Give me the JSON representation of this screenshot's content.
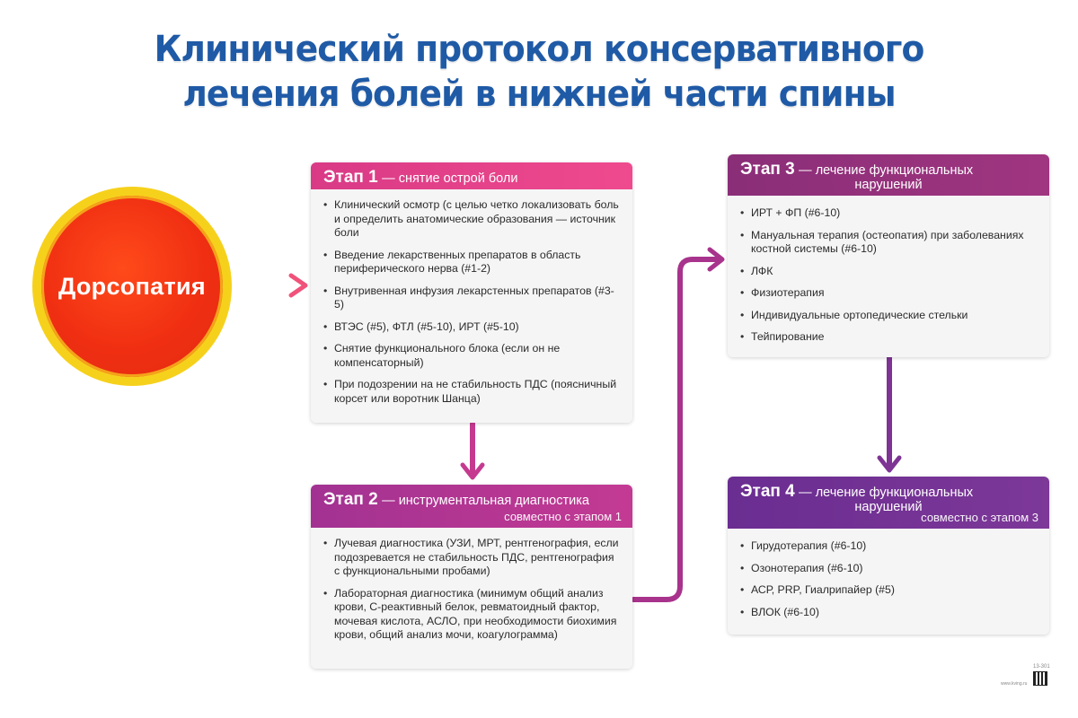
{
  "title": {
    "line1": "Клинический протокол консервативного",
    "line2": "лечения болей в нижней части спины"
  },
  "start_node": {
    "label": "Дорсопатия"
  },
  "stage1": {
    "name": "Этап 1",
    "desc": "— снятие острой боли",
    "items": [
      "Клинический осмотр (с целью четко локализовать боль и определить анатомические образования — источник боли",
      "Введение лекарственных препаратов в область периферического нерва (#1-2)",
      "Внутривенная инфузия лекарстенных препаратов (#3-5)",
      "ВТЭС (#5), ФТЛ (#5-10), ИРТ (#5-10)",
      "Снятие функционального блока (если он не компенсаторный)",
      "При подозрении на не стабильность ПДС (поясничный корсет или воротник Шанца)"
    ]
  },
  "stage2": {
    "name": "Этап 2",
    "desc": "— инструментальная диагностика",
    "sub": "совместно с этапом 1",
    "items": [
      "Лучевая диагностика (УЗИ, МРТ, рентгенография, если подозревается не стабильность ПДС, рентгенография с функциональными пробами)",
      "Лабораторная диагностика (минимум общий анализ крови, С-реактивный белок, ревматоидный фактор, мочевая кислота, АСЛО, при необходимости биохимия крови, общий анализ мочи, коагулограмма)"
    ]
  },
  "stage3": {
    "name": "Этап 3",
    "desc": "— лечение функциональных",
    "desc2": "нарушений",
    "items": [
      "ИРТ + ФП (#6-10)",
      "Мануальная терапия (остеопатия) при заболеваниях костной системы (#6-10)",
      "ЛФК",
      "Физиотерапия",
      "Индивидуальные ортопедические стельки",
      "Тейпирование"
    ]
  },
  "stage4": {
    "name": "Этап 4",
    "desc": "— лечение функциональных",
    "desc2": "нарушений",
    "sub": "совместно с этапом 3",
    "items": [
      "Гирудотерапия (#6-10)",
      "Озонотерапия (#6-10)",
      "АСР, PRP, Гиалрипайер (#5)",
      "ВЛОК (#6-10)"
    ]
  },
  "footer": {
    "code": "13-301",
    "site": "www.kving.ru"
  },
  "colors": {
    "title": "#1f5aa6",
    "stage1": "#e8458c",
    "stage2": "#b0358f",
    "stage3": "#922f7a",
    "stage4": "#6e2f92",
    "arrow": "#b03a8a",
    "circle_fill": "#f02f12",
    "circle_ring": "#f6d11c"
  }
}
